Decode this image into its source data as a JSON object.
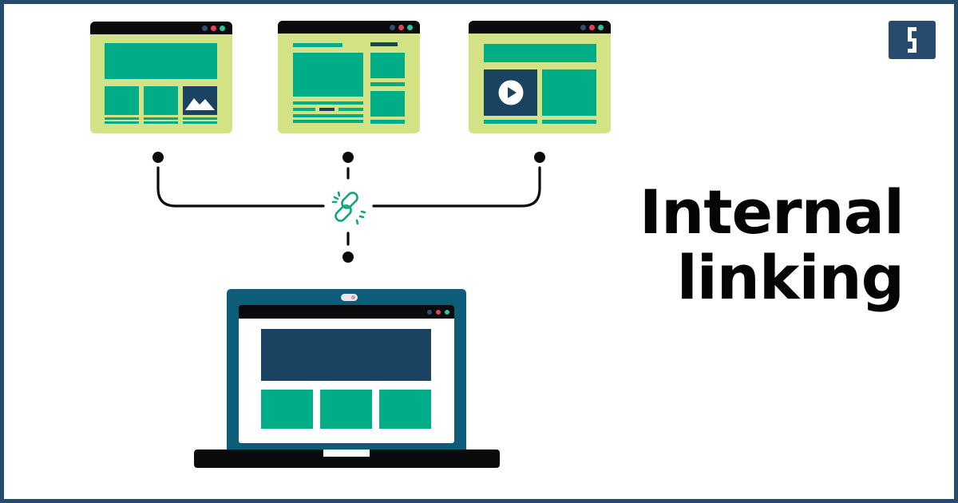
{
  "headline": {
    "line1": "Internal",
    "line2": "linking"
  },
  "logo": {
    "letter": "S",
    "background": "#274b6d"
  },
  "colors": {
    "frame_border": "#274b6d",
    "window_bg": "#d4e286",
    "accent_green": "#00ad86",
    "navy": "#1a4261",
    "laptop_teal": "#0e5d78",
    "titlebar": "#0b0b0e",
    "dot_blue": "#2e4f6f",
    "dot_red": "#e8405a",
    "dot_green": "#2ec49a"
  },
  "diagram": {
    "pages": [
      {
        "name": "page-image-layout",
        "media": "image-icon"
      },
      {
        "name": "page-article-sidebar-layout",
        "media": "none"
      },
      {
        "name": "page-video-layout",
        "media": "play-icon"
      }
    ],
    "hub": {
      "icon": "link-icon"
    },
    "target": {
      "name": "laptop-page",
      "device": "laptop"
    }
  }
}
